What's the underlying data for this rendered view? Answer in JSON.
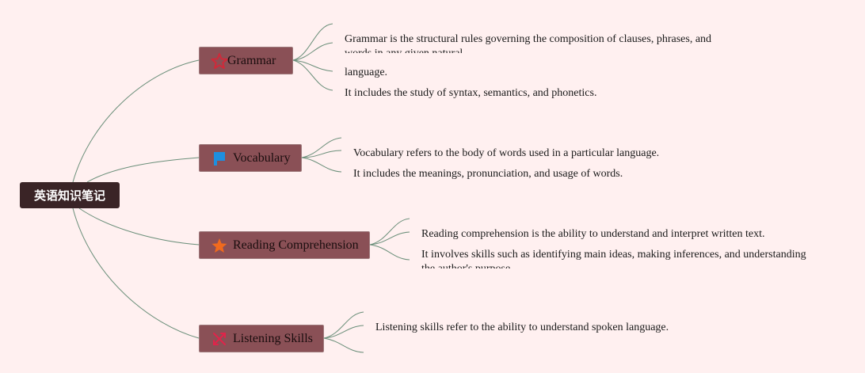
{
  "colors": {
    "background": "#fff0f0",
    "root_fill": "#3a2426",
    "topic_fill": "#8a5056",
    "connector": "#6b8f7a"
  },
  "root": {
    "label": "英语知识笔记"
  },
  "topics": [
    {
      "label": "Grammar",
      "icon": "star-outline-icon",
      "notes": [
        "Grammar is the structural rules governing the composition of clauses, phrases, and words in any given natural",
        "language.",
        "It includes the study of syntax, semantics, and phonetics."
      ]
    },
    {
      "label": "Vocabulary",
      "icon": "flag-icon",
      "notes": [
        "Vocabulary refers to the body of words used in a particular language.",
        "It includes the meanings, pronunciation, and usage of words."
      ]
    },
    {
      "label": "Reading Comprehension",
      "icon": "star-filled-icon",
      "notes": [
        "Reading comprehension is the ability to understand and interpret written text.",
        "It involves skills such as identifying main ideas, making inferences, and understanding the author's purpose."
      ]
    },
    {
      "label": "Listening Skills",
      "icon": "crossed-arrows-icon",
      "notes": [
        "Listening skills refer to the ability to understand spoken language."
      ]
    }
  ]
}
